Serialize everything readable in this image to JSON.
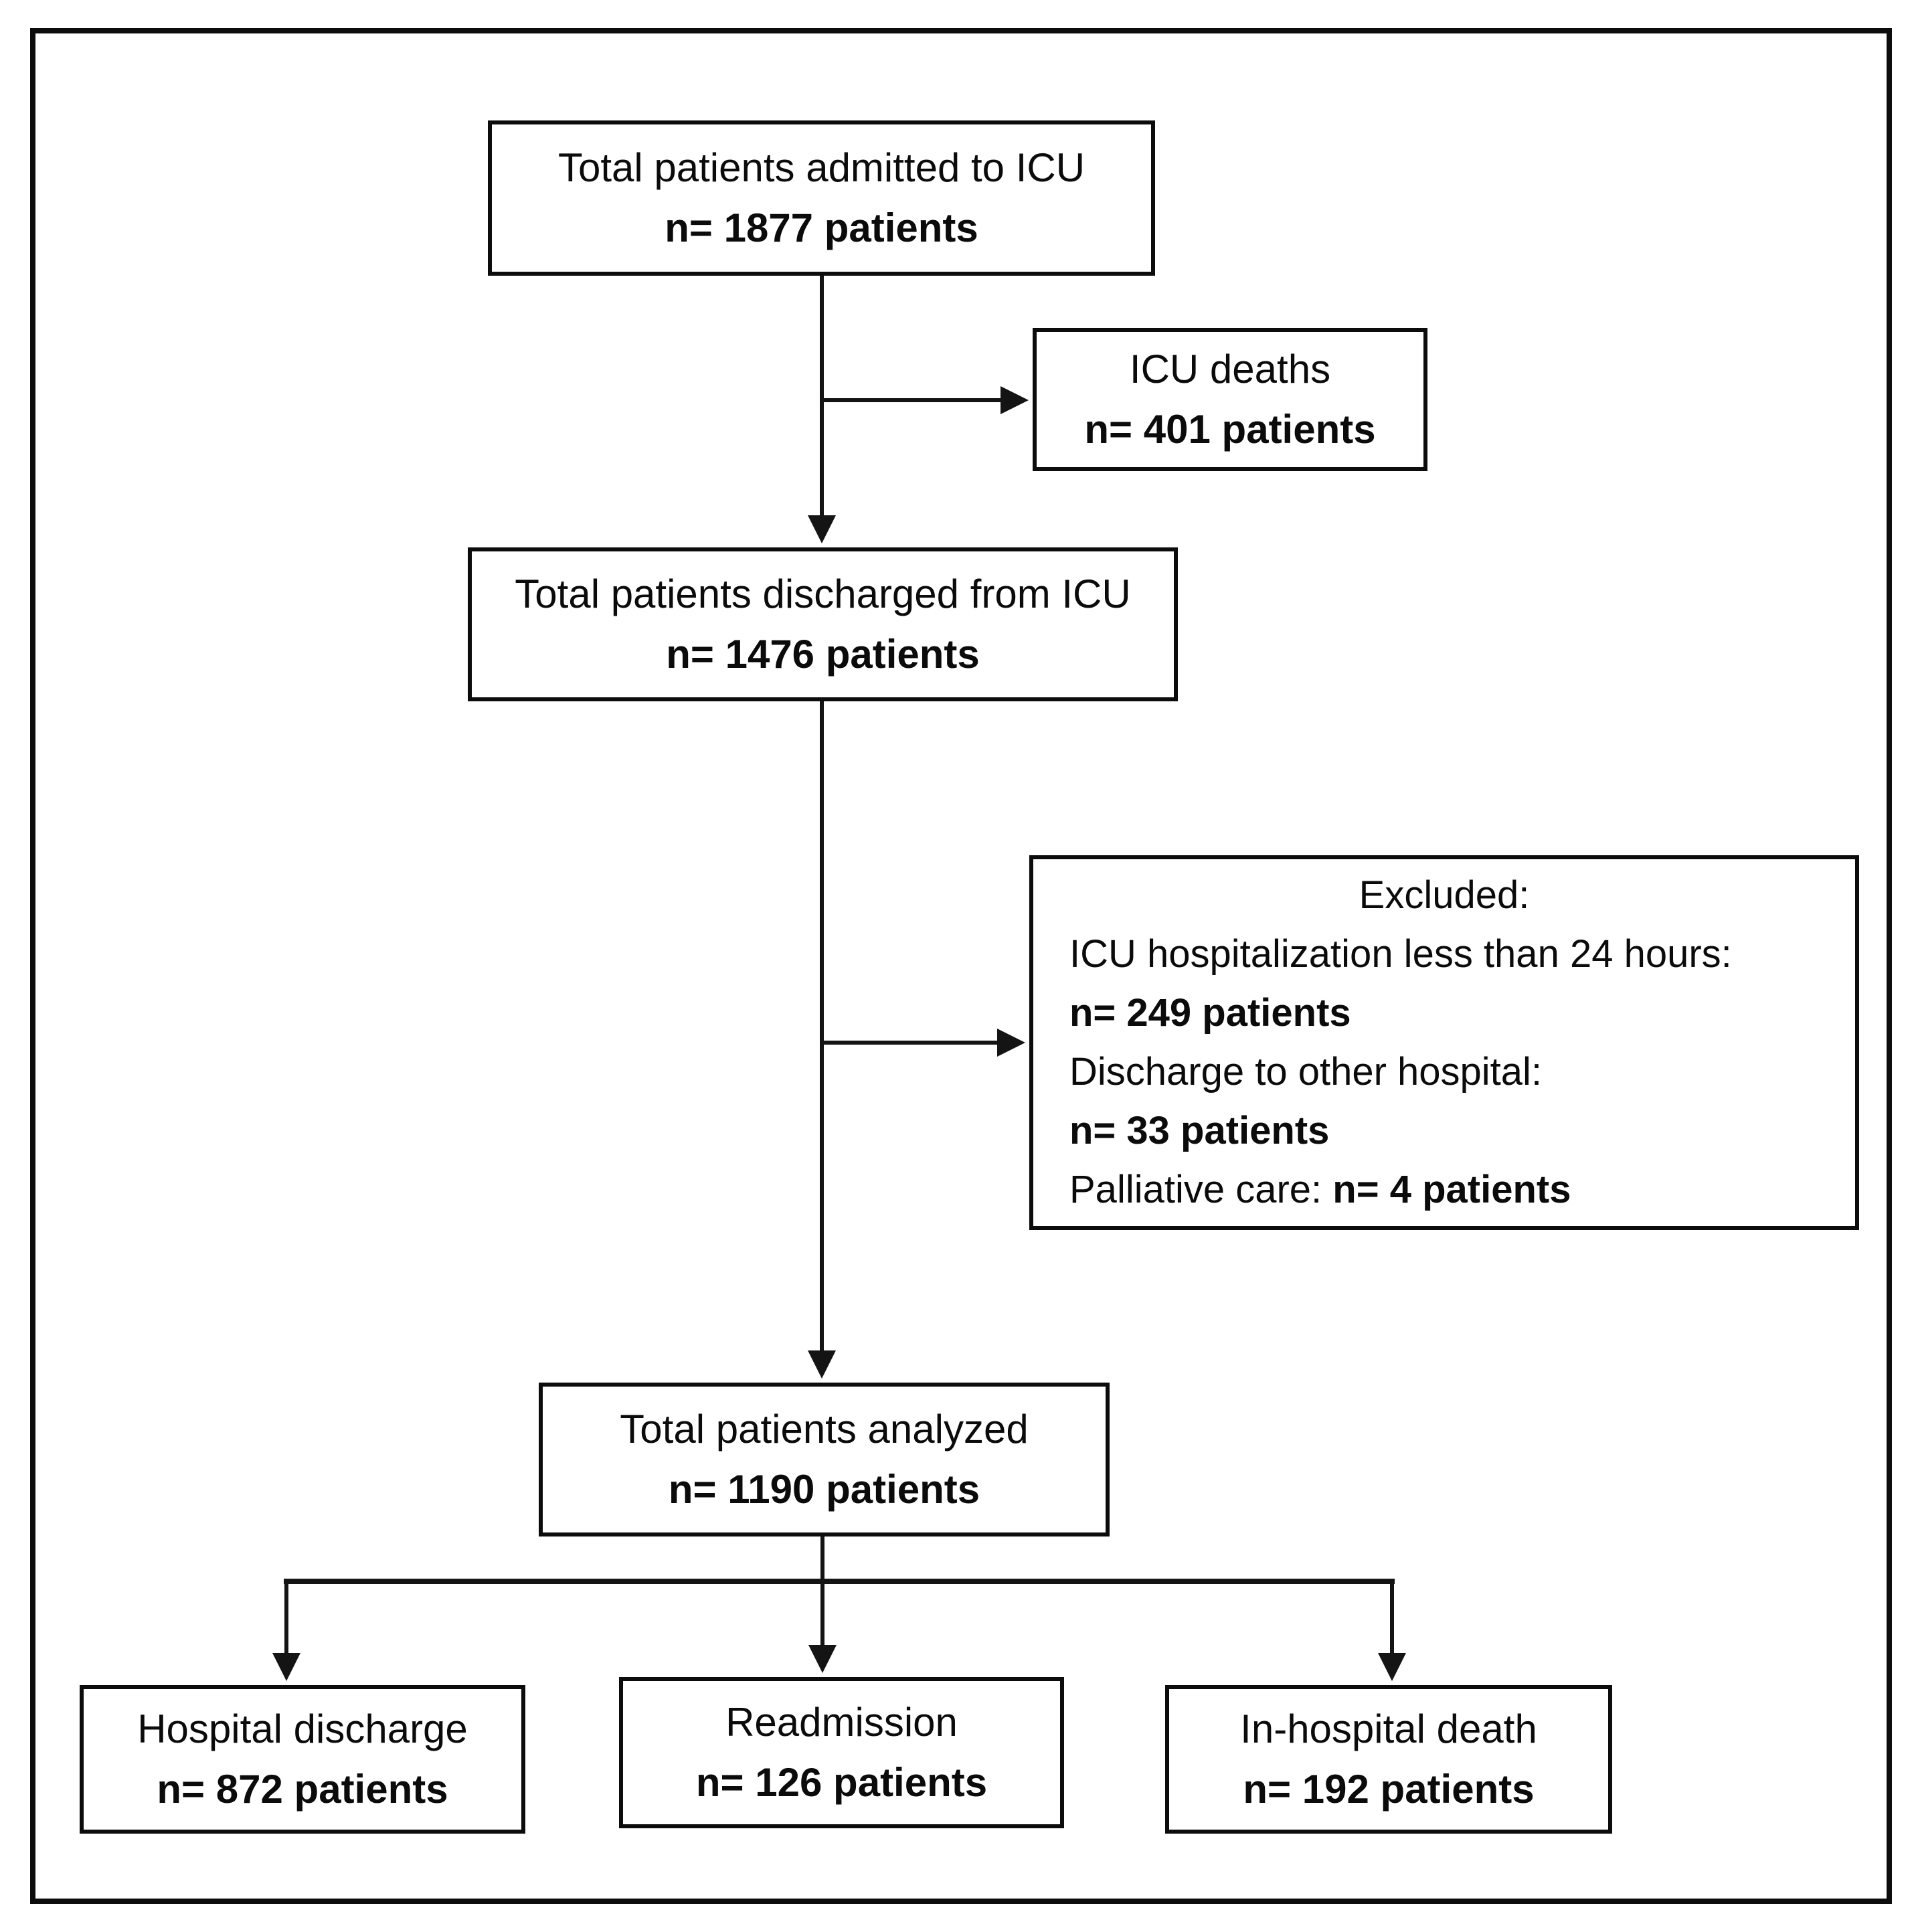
{
  "figure": {
    "background_color": "#ffffff",
    "border_color": "#0c0c0c",
    "text_color": "#0b0b0b"
  },
  "flowchart": {
    "admitted": {
      "label": "Total patients admitted to ICU",
      "count_label": "n= 1877 patients",
      "n": 1877
    },
    "icu_deaths": {
      "label": "ICU deaths",
      "count_label": "n= 401 patients",
      "n": 401
    },
    "discharged": {
      "label": "Total patients discharged from ICU",
      "count_label": "n= 1476 patients",
      "n": 1476
    },
    "excluded": {
      "title": "Excluded:",
      "reason1": "ICU hospitalization less than 24 hours:",
      "reason1_count": "n= 249 patients",
      "reason1_n": 249,
      "reason2": "Discharge to other hospital:",
      "reason2_count": "n= 33 patients",
      "reason2_n": 33,
      "reason3": "Palliative care: ",
      "reason3_count": "n= 4 patients",
      "reason3_n": 4
    },
    "analyzed": {
      "label": "Total patients analyzed",
      "count_label": "n= 1190 patients",
      "n": 1190
    },
    "hospital_discharge": {
      "label": "Hospital discharge",
      "count_label": "n= 872 patients",
      "n": 872
    },
    "readmission": {
      "label": "Readmission",
      "count_label": "n= 126 patients",
      "n": 126
    },
    "in_hospital_death": {
      "label": "In-hospital death",
      "count_label": "n= 192 patients",
      "n": 192
    }
  }
}
